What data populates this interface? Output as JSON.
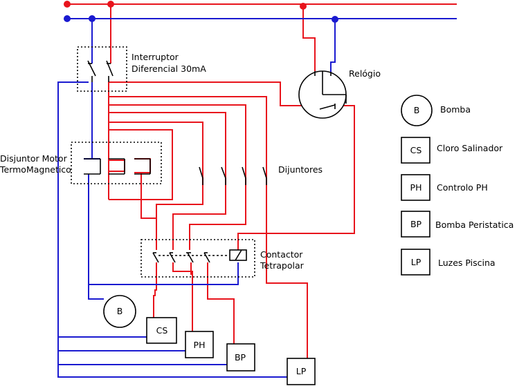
{
  "labels": {
    "rcd": [
      "Interruptor",
      "Diferencial 30mA"
    ],
    "clock": "Relógio",
    "motor_breaker": [
      "Disjuntor Motor",
      "TermoMagnetico"
    ],
    "breakers": "Dijuntores",
    "contactor": [
      "Contactor",
      "Tetrapolar"
    ]
  },
  "components": {
    "pump": "B",
    "chlorinator": "CS",
    "ph": "PH",
    "peristaltic": "BP",
    "lights": "LP"
  },
  "legend": [
    {
      "code": "B",
      "text": "Bomba"
    },
    {
      "code": "CS",
      "text": "Cloro Salinador"
    },
    {
      "code": "PH",
      "text": "Controlo PH"
    },
    {
      "code": "BP",
      "text": "Bomba Peristatica"
    },
    {
      "code": "LP",
      "text": "Luzes Piscina"
    }
  ],
  "colors": {
    "phase": "#e8141c",
    "neutral": "#1a1ad0",
    "outline": "#000000"
  }
}
